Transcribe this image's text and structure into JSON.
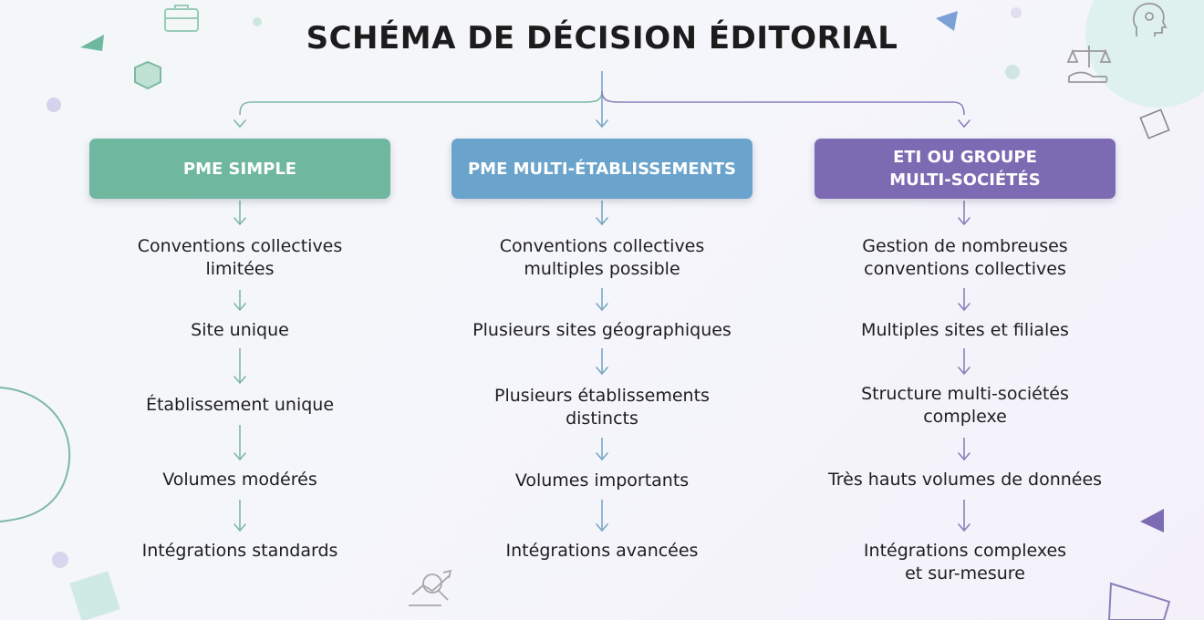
{
  "title": "SCHÉMA DE DÉCISION ÉDITORIAL",
  "colors": {
    "green": "#6fb79f",
    "blue": "#6aa3cc",
    "purple": "#7c6bb3",
    "line_green": "#7fb8a2",
    "line_blue": "#7aa7c4",
    "line_purple": "#8a80bb"
  },
  "columns": [
    {
      "header": "PME SIMPLE",
      "items": [
        "Conventions collectives\nlimitées",
        "Site unique",
        "Établissement unique",
        "Volumes modérés",
        "Intégrations standards"
      ]
    },
    {
      "header": "PME MULTI-ÉTABLISSEMENTS",
      "items": [
        "Conventions collectives\nmultiples possible",
        "Plusieurs sites géographiques",
        "Plusieurs établissements\ndistincts",
        "Volumes importants",
        "Intégrations avancées"
      ]
    },
    {
      "header": "ETI OU GROUPE\nMULTI-SOCIÉTÉS",
      "items": [
        "Gestion de nombreuses\nconventions collectives",
        "Multiples sites et filiales",
        "Structure multi-sociétés\ncomplexe",
        "Très hauts volumes de données",
        "Intégrations complexes\net sur-mesure"
      ]
    }
  ],
  "icons": [
    "briefcase-icon",
    "head-gear-icon",
    "scales-hand-icon",
    "chart-magnifier-icon"
  ]
}
